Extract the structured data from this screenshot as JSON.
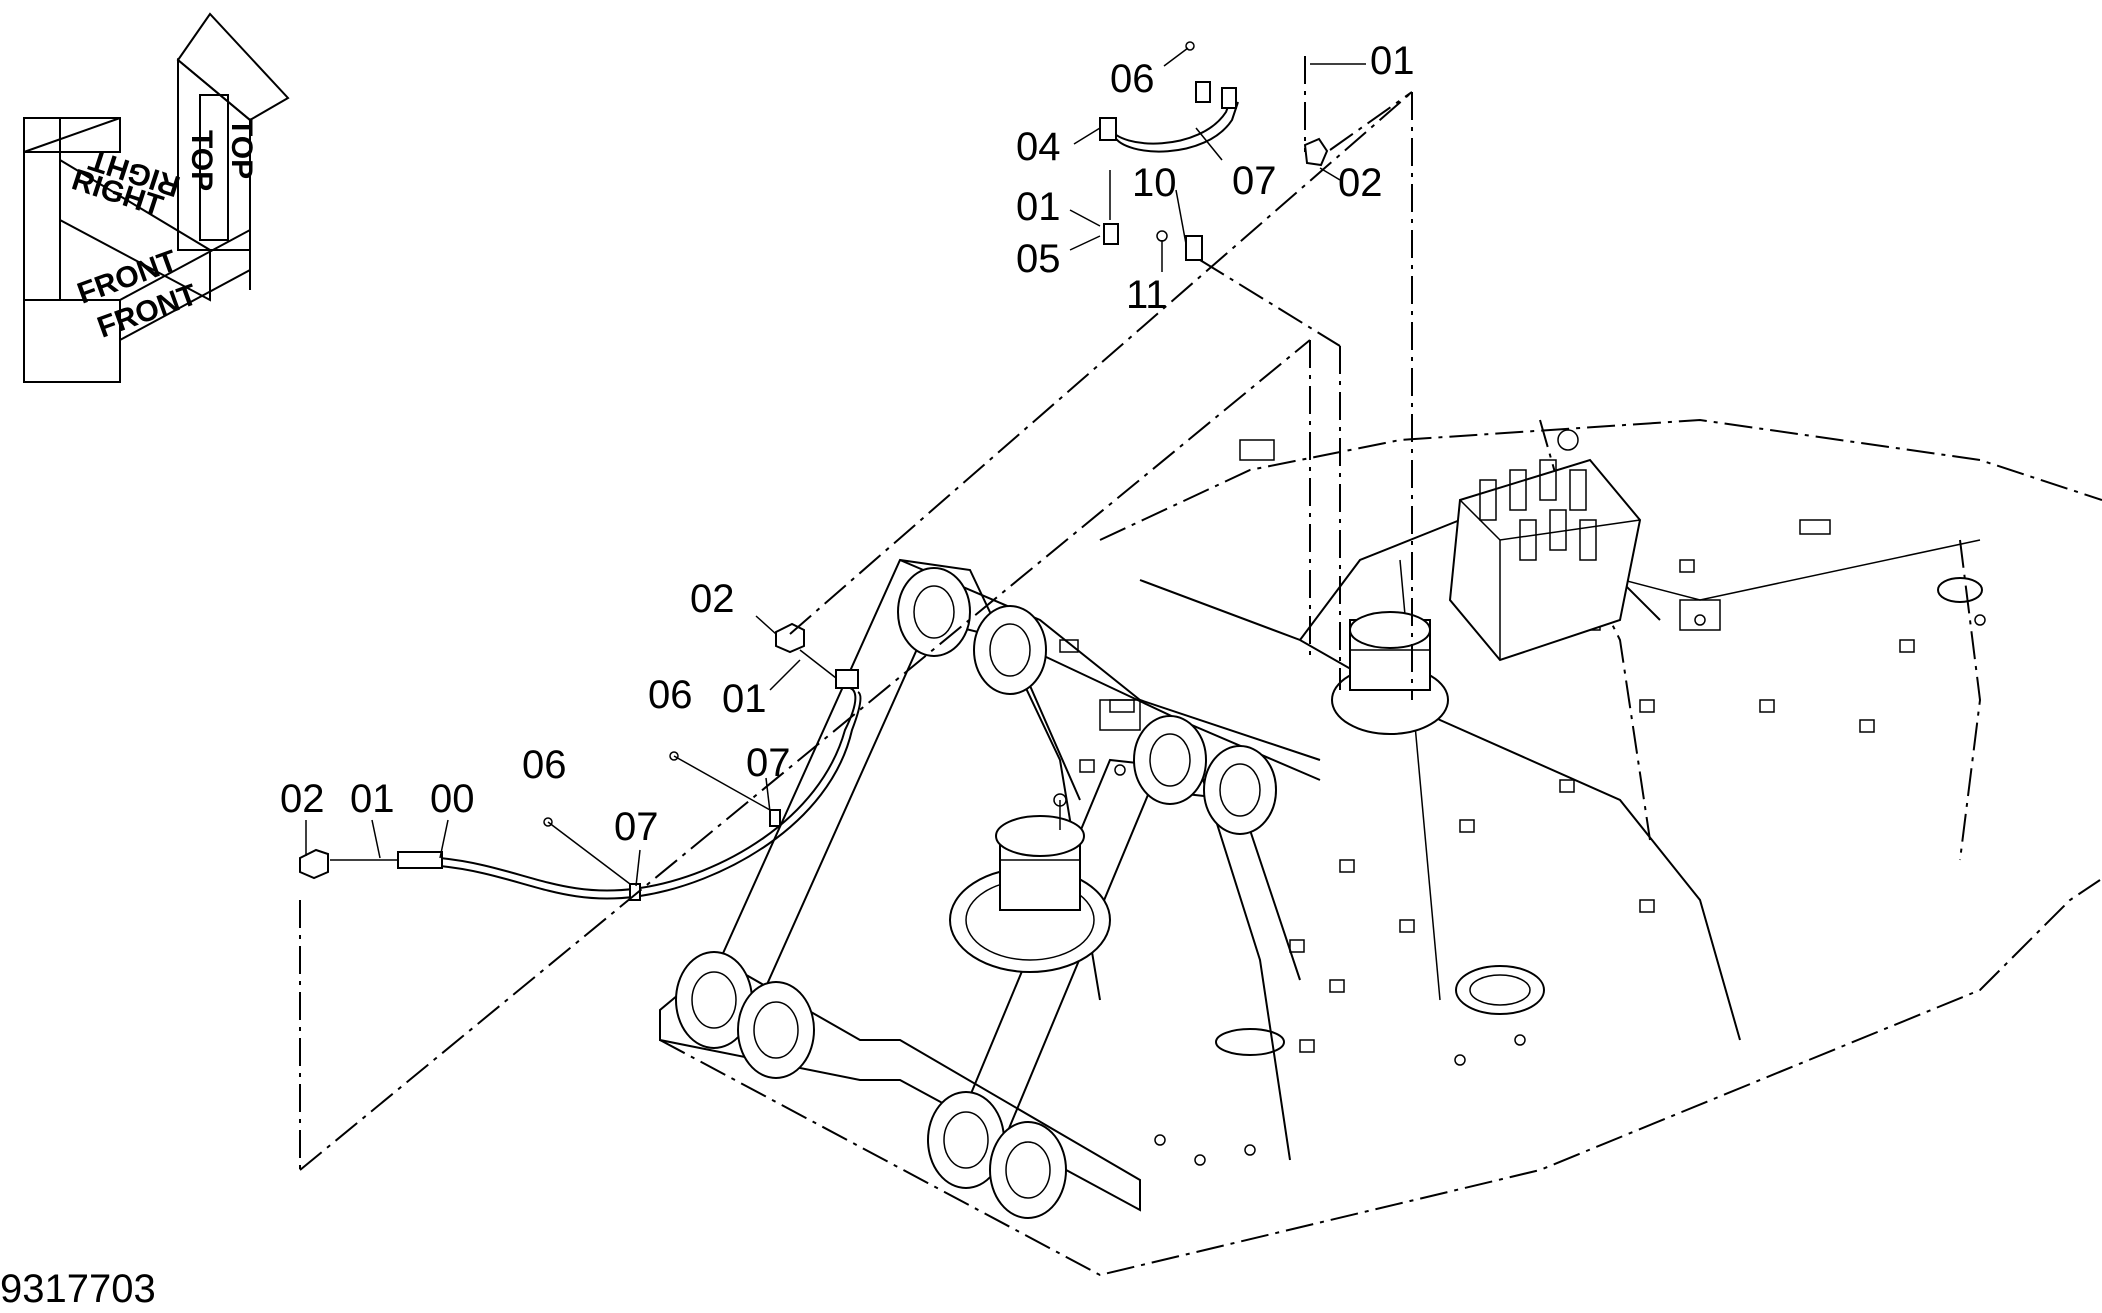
{
  "orientation": {
    "top_label": "TOP",
    "right_label": "RIGHT",
    "front_label": "FRONT"
  },
  "callouts": [
    {
      "id": "c1",
      "text": "06"
    },
    {
      "id": "c2",
      "text": "01"
    },
    {
      "id": "c3",
      "text": "04"
    },
    {
      "id": "c4",
      "text": "07"
    },
    {
      "id": "c5",
      "text": "02"
    },
    {
      "id": "c6",
      "text": "01"
    },
    {
      "id": "c7",
      "text": "10"
    },
    {
      "id": "c8",
      "text": "05"
    },
    {
      "id": "c9",
      "text": "11"
    },
    {
      "id": "c10",
      "text": "02"
    },
    {
      "id": "c11",
      "text": "06"
    },
    {
      "id": "c12",
      "text": "01"
    },
    {
      "id": "c13",
      "text": "06"
    },
    {
      "id": "c14",
      "text": "07"
    },
    {
      "id": "c15",
      "text": "02"
    },
    {
      "id": "c16",
      "text": "01"
    },
    {
      "id": "c17",
      "text": "00"
    },
    {
      "id": "c18",
      "text": "07"
    }
  ],
  "drawing_number": "9317703"
}
